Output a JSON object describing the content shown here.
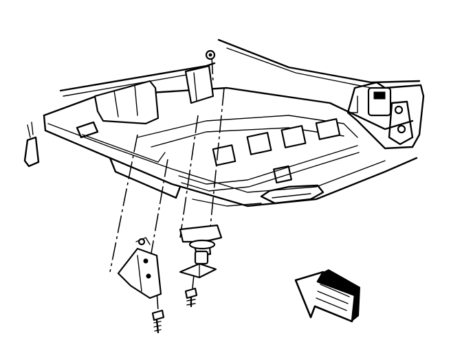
{
  "diagram": {
    "kind": "exploded-view line drawing",
    "ink_color": "#000000",
    "paper_color": "#ffffff",
    "parts": [
      {
        "id": "frame",
        "icon": "vehicle-underbody-frame-icon"
      },
      {
        "id": "crossmember",
        "icon": "frame-crossmember-icon"
      },
      {
        "id": "mount-bracket-left",
        "icon": "mount-bracket-icon"
      },
      {
        "id": "mount-bracket-right",
        "icon": "mount-bracket-icon"
      },
      {
        "id": "bolt-left",
        "icon": "bolt-icon"
      },
      {
        "id": "bolt-right",
        "icon": "bolt-icon"
      },
      {
        "id": "nut-top",
        "icon": "nut-icon"
      },
      {
        "id": "front-direction-arrow",
        "icon": "direction-arrow-icon"
      }
    ]
  }
}
